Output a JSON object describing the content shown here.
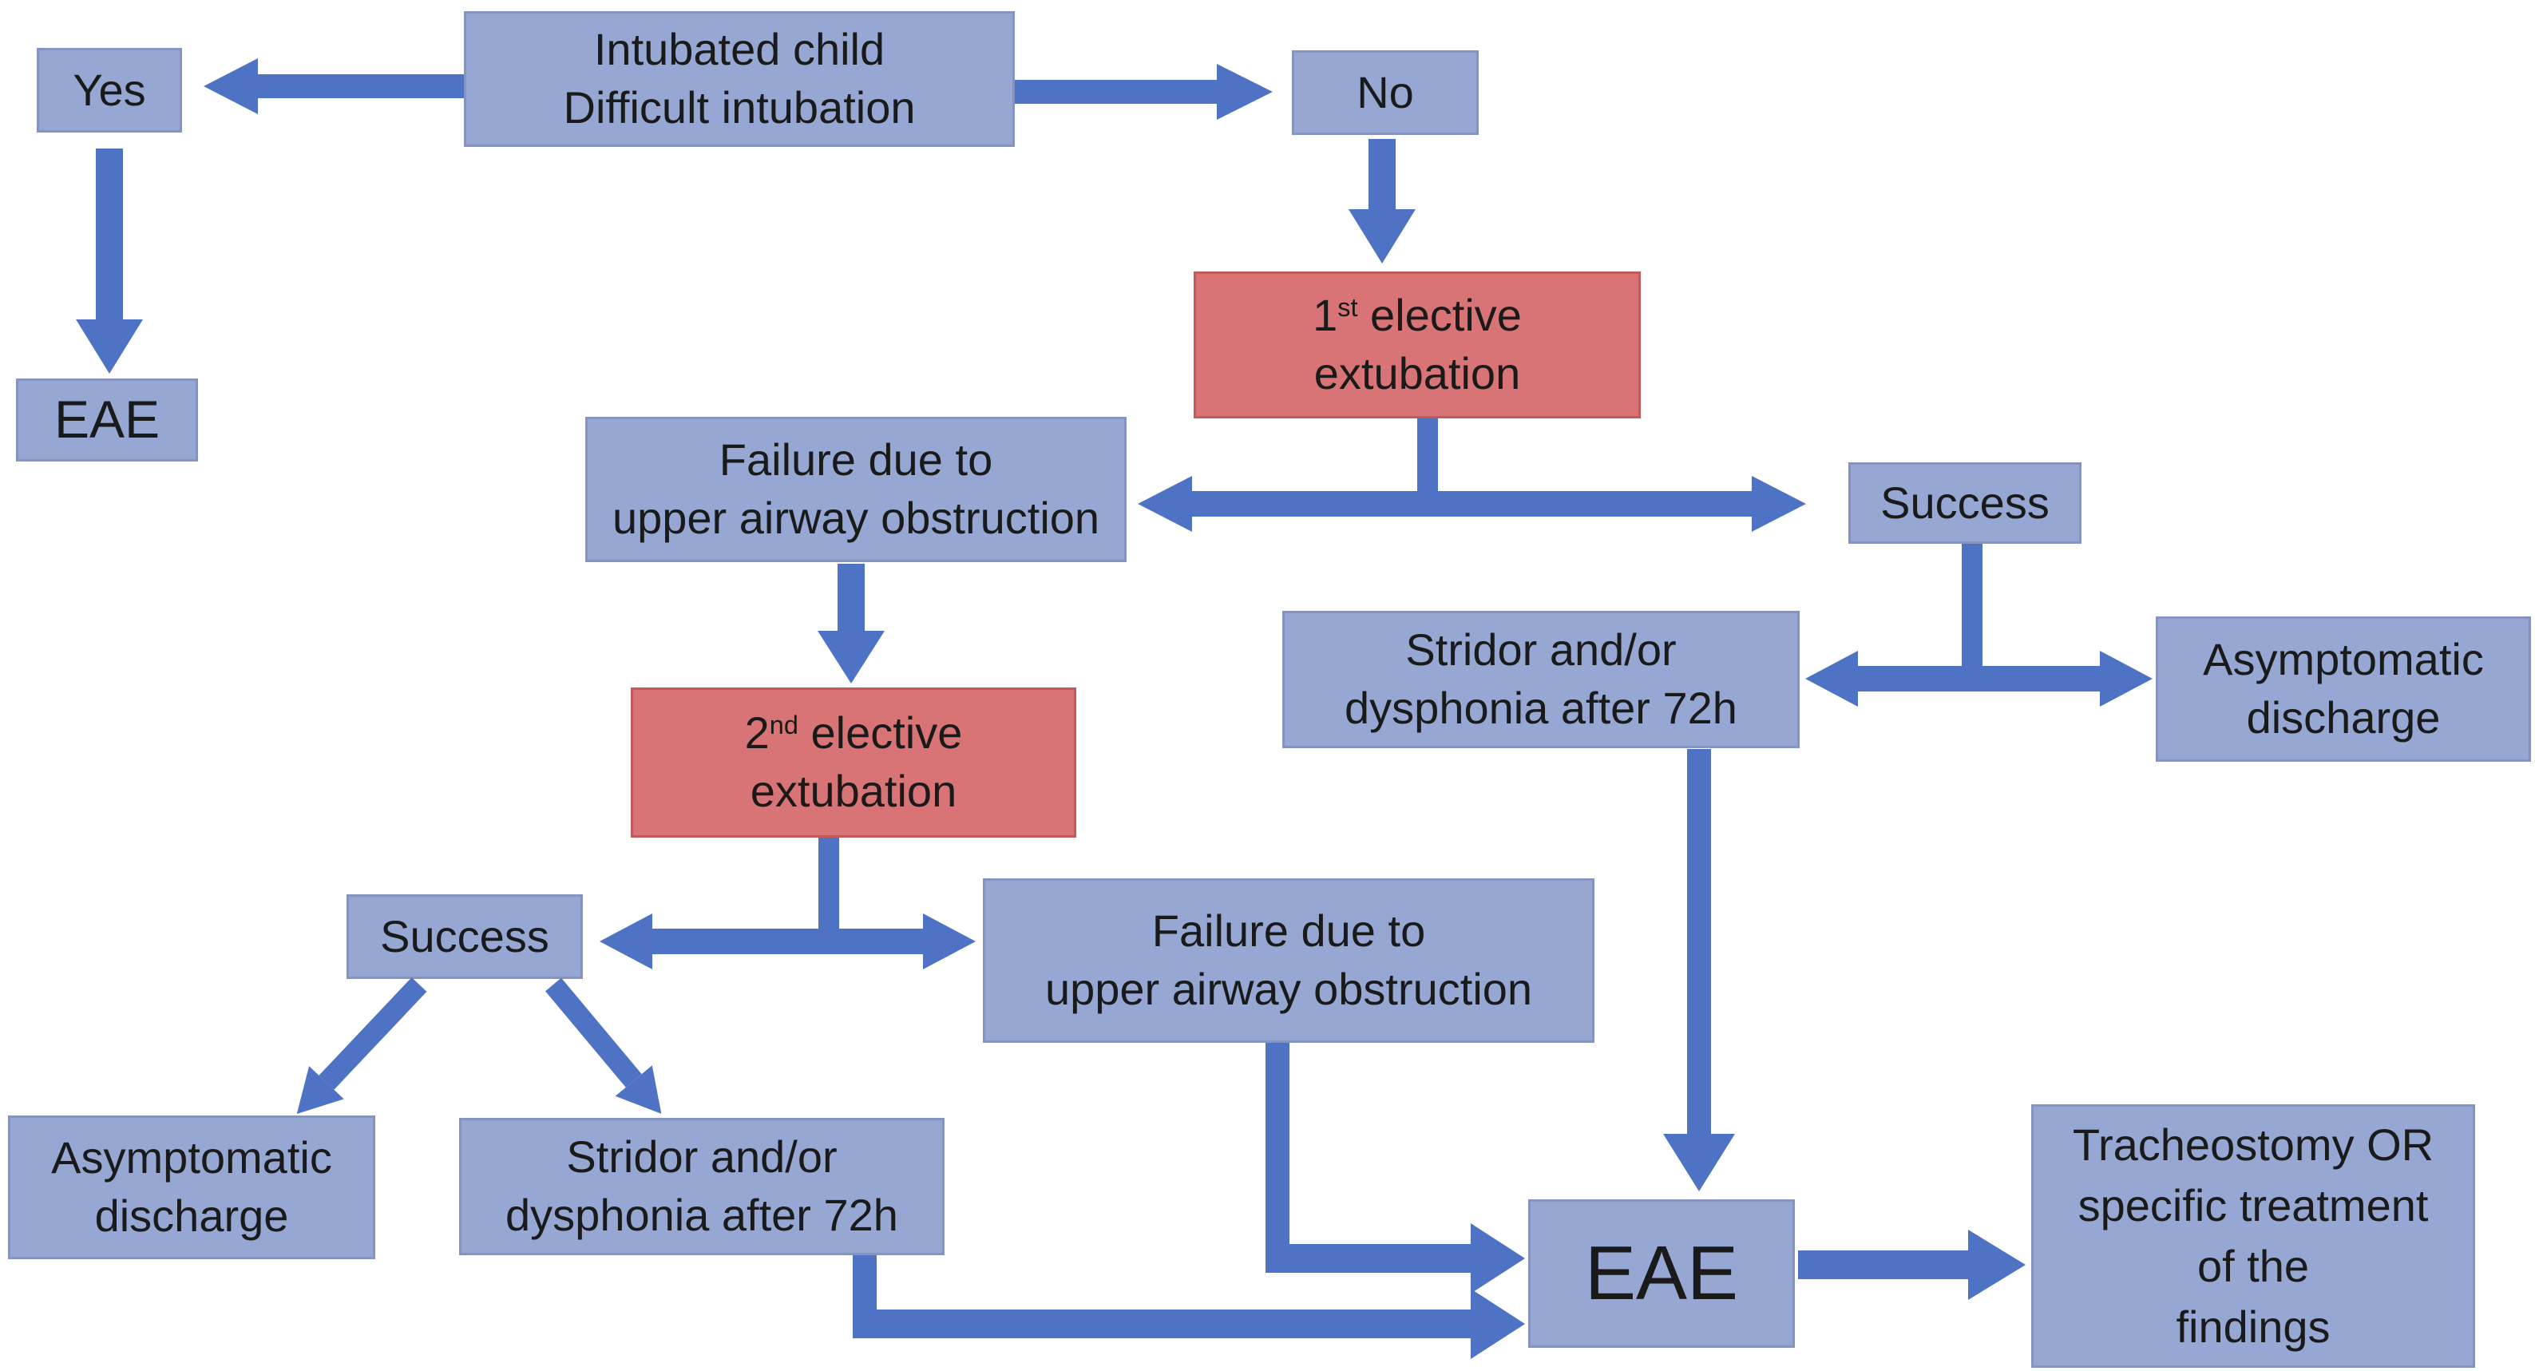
{
  "colors": {
    "background": "#ffffff",
    "box_blue": "#97a7d3",
    "box_blue_border": "#8593c0",
    "box_red": "#d87476",
    "box_red_border": "#c4595c",
    "arrow": "#4e73c4",
    "text": "#1a1a1a"
  },
  "nodes": {
    "intubated": {
      "line1": "Intubated child",
      "line2": "Difficult intubation"
    },
    "yes": {
      "label": "Yes"
    },
    "no": {
      "label": "No"
    },
    "eae_top": {
      "label": "EAE"
    },
    "ext1": {
      "num": "1",
      "sup": "st",
      "line1_rest": " elective",
      "line2": "extubation"
    },
    "failure1": {
      "line1": "Failure due to",
      "line2": "upper airway obstruction"
    },
    "success1": {
      "label": "Success"
    },
    "stridor1": {
      "line1": "Stridor and/or",
      "line2": "dysphonia after 72h"
    },
    "asympt1": {
      "line1": "Asymptomatic",
      "line2": "discharge"
    },
    "ext2": {
      "num": "2",
      "sup": "nd",
      "line1_rest": " elective",
      "line2": "extubation"
    },
    "success2": {
      "label": "Success"
    },
    "failure2": {
      "line1": "Failure due to",
      "line2": "upper airway obstruction"
    },
    "asympt2": {
      "line1": "Asymptomatic",
      "line2": "discharge"
    },
    "stridor2": {
      "line1": "Stridor and/or",
      "line2": "dysphonia after 72h"
    },
    "eae_main": {
      "label": "EAE"
    },
    "tracheostomy": {
      "line1": "Tracheostomy OR",
      "line2": "specific treatment",
      "line3": "of the",
      "line4": "findings"
    }
  }
}
